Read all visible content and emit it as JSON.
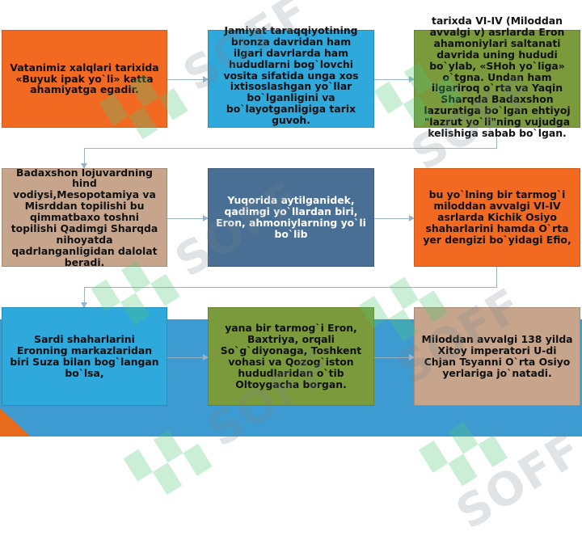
{
  "boxes": [
    {
      "text": "Vatanimiz xalqlari tarixida  «Buyuk ipak yo`li» katta ahamiyatga   egadir."
    },
    {
      "text": "Jamiyat taraqqiyotining   bronza davridan ham ilgari davrlarda ham hududlarni bog`lovchi vosita sifatida unga xos ixtisoslashgan  yo`llar bo`lganligini va bo`layotganligiga tarix guvoh."
    },
    {
      "text": "tarixda  VI-IV (Miloddan avvalgi v) asrlarda  Eron ahamoniylari saltanati davrida uning hududi bo`ylab, «SHoh yo`liga» o`tgna. Undan ham ilgariroq o`rta va Yaqin Sharqda Badaxshon lazuratiga  bo`lgan ehtiyoj \"lazrut yo`li\"ning vujudga kelishiga sabab bo`lgan."
    },
    {
      "text": "Badaxshon lojuvardning hind vodiysi,Mesopotamiya va   Misrddan   topilishi bu qimmatbaxo  toshni topilishi  Qadimgi Sharqda   nihoyatda qadrlanganligidan dalolat beradi."
    },
    {
      "text": "Yuqorida aytilganidek, qadimgi   yo`llardan biri,  Eron, ahmoniylarning  yo`li bo`lib"
    },
    {
      "text": "bu  yo`lning   bir tarmog`i   miloddan avvalgi  VI-IV asrlarda Kichik Osiyo shaharlarini hamda O`rta yer dengizi bo`yidagi Efio,"
    },
    {
      "text": "Sardi shaharlarini Eronning markazlaridan biri  Suza   bilan bog`langan bo`lsa,"
    },
    {
      "text": "yana bir tarmog`i  Eron, Baxtriya,  orqali So`g`diyonaga, Toshkent  vohasi va Qozog`iston hududlaridan   o`tib Oltoygacha borgan."
    },
    {
      "text": "Miloddan  avvalgi 138 yilda Xitoy imperatori U-di Chjan Tsyanni O`rta Osiyo yerlariga jo`natadi."
    }
  ],
  "watermark": {
    "text": "SOFF"
  },
  "colors": {
    "orange": "#f26a21",
    "blue": "#2fa8dc",
    "green": "#7b9a3c",
    "tan": "#c6a58c",
    "slate": "#4a6f94",
    "background_band": "#3d9bd1"
  }
}
